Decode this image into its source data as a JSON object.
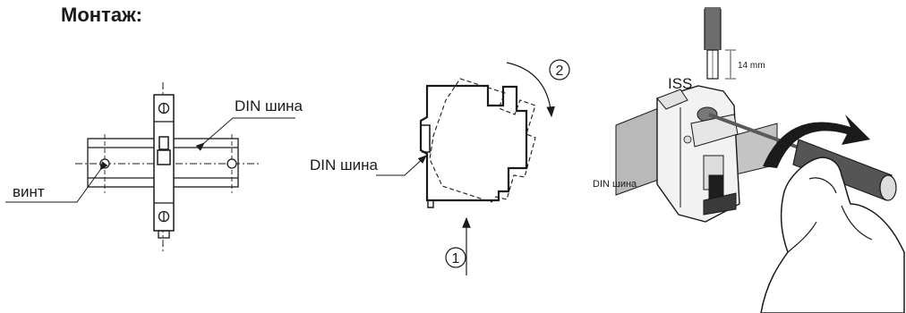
{
  "title": "Монтаж:",
  "fig1": {
    "din_label": "DIN шина",
    "screw_label": "винт"
  },
  "fig2": {
    "din_label": "DIN шина",
    "step1": "1",
    "step2": "2"
  },
  "fig3": {
    "model_label": "ISS",
    "strip_label": "14 mm",
    "din_label": "DIN шина"
  }
}
